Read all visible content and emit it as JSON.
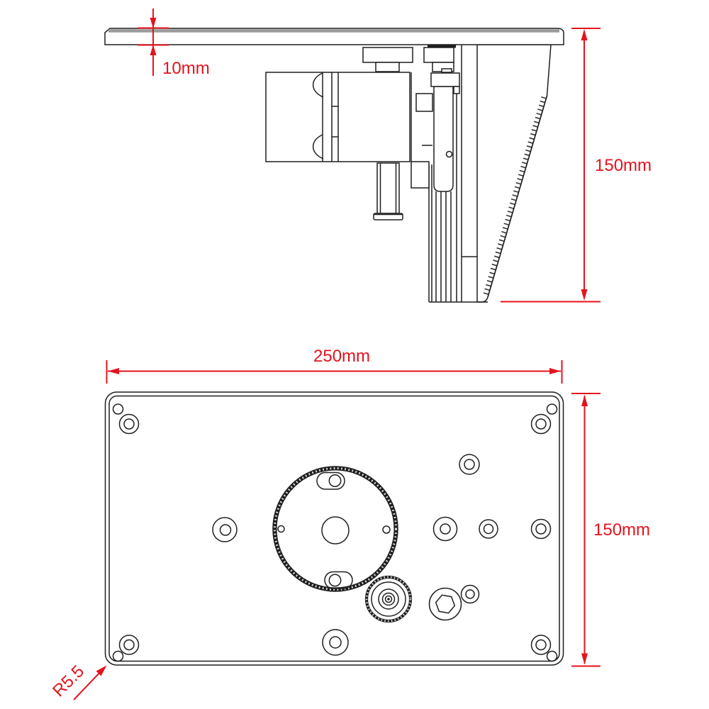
{
  "colors": {
    "dimension": "#e4131d",
    "line": "#1f1f1f",
    "plate_top_surface": "#9b9b9b",
    "background": "#ffffff"
  },
  "side_view": {
    "plate_thickness_label": "10mm",
    "height_label": "150mm"
  },
  "bottom_view": {
    "width_label": "250mm",
    "height_label": "150mm",
    "corner_radius_label": "R5.5"
  }
}
